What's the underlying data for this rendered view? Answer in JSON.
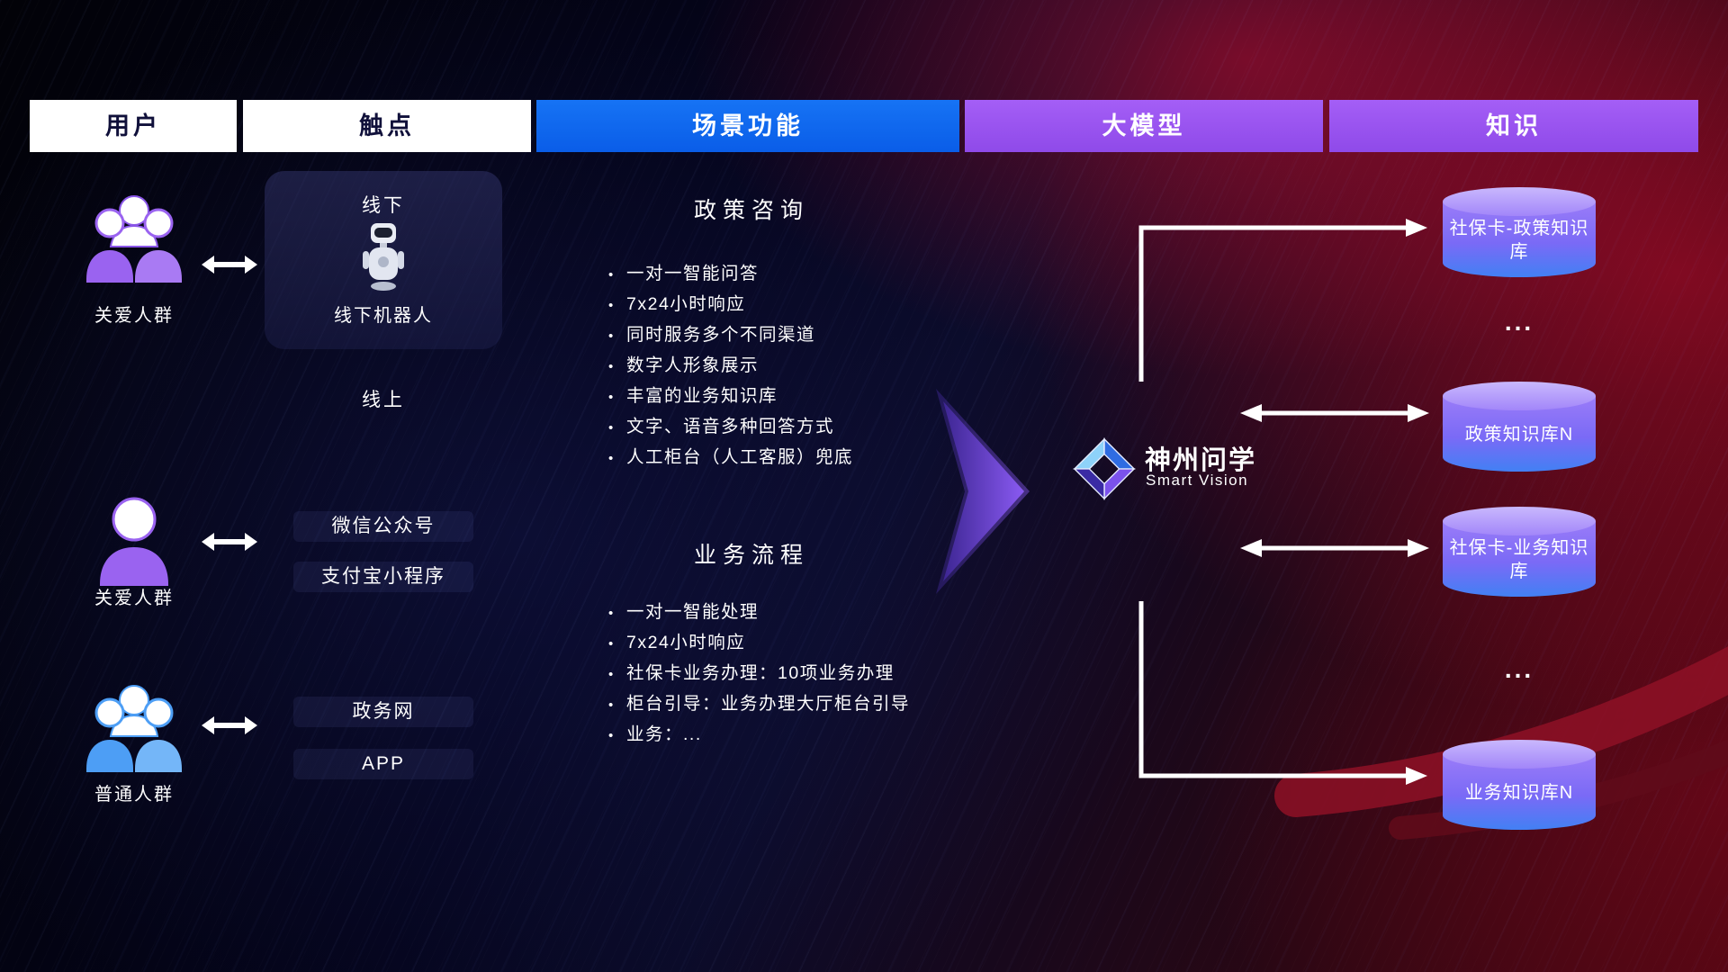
{
  "header": {
    "columns": [
      {
        "label": "用户"
      },
      {
        "label": "触点"
      },
      {
        "label": "场景功能"
      },
      {
        "label": "大模型"
      },
      {
        "label": "知识"
      }
    ]
  },
  "users": {
    "groups": [
      {
        "label": "关爱人群",
        "icon": "user-group-purple"
      },
      {
        "label": "关爱人群",
        "icon": "user-single-purple"
      },
      {
        "label": "普通人群",
        "icon": "user-group-blue"
      }
    ]
  },
  "touchpoints": {
    "offline": {
      "title": "线下",
      "robot_label": "线下机器人"
    },
    "online": {
      "title": "线上"
    },
    "channels": [
      {
        "label": "微信公众号"
      },
      {
        "label": "支付宝小程序"
      },
      {
        "label": "政务网"
      },
      {
        "label": "APP"
      }
    ]
  },
  "scenarios": {
    "policy": {
      "title": "政策咨询",
      "items": [
        "一对一智能问答",
        "7x24小时响应",
        "同时服务多个不同渠道",
        "数字人形象展示",
        "丰富的业务知识库",
        "文字、语音多种回答方式",
        "人工柜台（人工客服）兜底"
      ]
    },
    "business": {
      "title": "业务流程",
      "items": [
        "一对一智能处理",
        "7x24小时响应",
        "社保卡业务办理：10项业务办理",
        "柜台引导：业务办理大厅柜台引导",
        "业务：..."
      ]
    }
  },
  "model": {
    "name": "神州问学",
    "subtitle": "Smart Vision",
    "icon": "diamond-facets-logo"
  },
  "knowledge": {
    "items": [
      {
        "type": "db",
        "label": "社保卡-政策知识库"
      },
      {
        "type": "dots",
        "label": "..."
      },
      {
        "type": "db",
        "label": "政策知识库N"
      },
      {
        "type": "db",
        "label": "社保卡-业务知识库"
      },
      {
        "type": "dots",
        "label": "..."
      },
      {
        "type": "db",
        "label": "业务知识库N"
      }
    ]
  },
  "icons": {
    "knowledge_store": "database-cylinder",
    "flow": "chevron-arrow-right",
    "link": "bidirectional-arrow",
    "connector": "white-elbow-arrow"
  },
  "colors": {
    "header_white_bg": "#ffffff",
    "header_white_text": "#10103a",
    "header_blue_bg": "#0b6bf0",
    "header_purple_bg": "#9c57f2",
    "user_purple": "#9a63f0",
    "user_blue": "#4d9ef5",
    "flow_arrow_purple": "#6b3fe0",
    "connector_white": "#ffffff",
    "cylinder_top": "#c7b6fd",
    "cylinder_body_top": "#9b7cf8",
    "cylinder_body_bottom": "#4280f4",
    "bg_red": "#b00d30",
    "bg_navy": "#0a0a28"
  }
}
